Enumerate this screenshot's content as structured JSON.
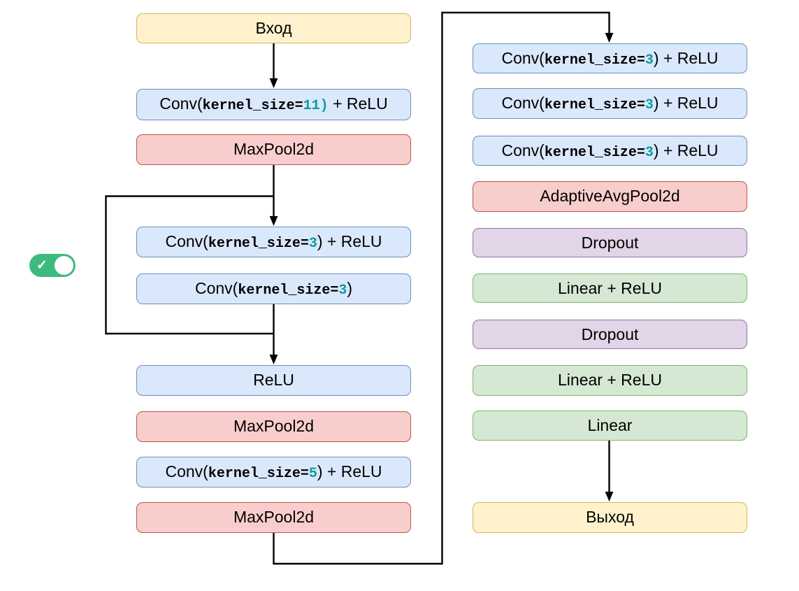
{
  "toggle": {
    "state": "on",
    "check_icon": "✓"
  },
  "colors": {
    "background": "#ffffff",
    "line": "#000000",
    "text": "#000000",
    "number_literal": "#0f9b9b",
    "toggle_on": "#3dbb7f",
    "toggle_knob": "#ffffff",
    "palette": {
      "yellow": {
        "fill": "#fff2cc",
        "stroke": "#d6b656"
      },
      "blue": {
        "fill": "#dae8fc",
        "stroke": "#6c8ebf"
      },
      "red": {
        "fill": "#f8cecc",
        "stroke": "#b85450"
      },
      "purple": {
        "fill": "#e1d5e7",
        "stroke": "#9673a6"
      },
      "green": {
        "fill": "#d5e8d4",
        "stroke": "#82b366"
      }
    }
  },
  "nodes": [
    {
      "style": "yellow",
      "parts": [
        {
          "text": "Вход",
          "style": "plain"
        }
      ]
    },
    {
      "style": "blue",
      "parts": [
        {
          "text": "Conv(",
          "style": "plain"
        },
        {
          "text": "kernel_size=",
          "style": "code"
        },
        {
          "text": "11)",
          "style": "num"
        },
        {
          "text": " + ReLU",
          "style": "plain"
        }
      ]
    },
    {
      "style": "red",
      "parts": [
        {
          "text": "MaxPool2d",
          "style": "plain"
        }
      ]
    },
    {
      "style": "blue",
      "parts": [
        {
          "text": "Conv(",
          "style": "plain"
        },
        {
          "text": "kernel_size=",
          "style": "code"
        },
        {
          "text": "3",
          "style": "num"
        },
        {
          "text": ") + ReLU",
          "style": "plain"
        }
      ]
    },
    {
      "style": "blue",
      "parts": [
        {
          "text": "Conv(",
          "style": "plain"
        },
        {
          "text": "kernel_size=",
          "style": "code"
        },
        {
          "text": "3",
          "style": "num"
        },
        {
          "text": ")",
          "style": "plain"
        }
      ]
    },
    {
      "style": "blue",
      "parts": [
        {
          "text": "ReLU",
          "style": "plain"
        }
      ]
    },
    {
      "style": "red",
      "parts": [
        {
          "text": "MaxPool2d",
          "style": "plain"
        }
      ]
    },
    {
      "style": "blue",
      "parts": [
        {
          "text": "Conv(",
          "style": "plain"
        },
        {
          "text": "kernel_size=",
          "style": "code"
        },
        {
          "text": "5",
          "style": "num"
        },
        {
          "text": ") + ReLU",
          "style": "plain"
        }
      ]
    },
    {
      "style": "red",
      "parts": [
        {
          "text": "MaxPool2d",
          "style": "plain"
        }
      ]
    },
    {
      "style": "blue",
      "parts": [
        {
          "text": "Conv(",
          "style": "plain"
        },
        {
          "text": "kernel_size=",
          "style": "code"
        },
        {
          "text": "3",
          "style": "num"
        },
        {
          "text": ") + ReLU",
          "style": "plain"
        }
      ]
    },
    {
      "style": "blue",
      "parts": [
        {
          "text": "Conv(",
          "style": "plain"
        },
        {
          "text": "kernel_size=",
          "style": "code"
        },
        {
          "text": "3",
          "style": "num"
        },
        {
          "text": ") + ReLU",
          "style": "plain"
        }
      ]
    },
    {
      "style": "blue",
      "parts": [
        {
          "text": "Conv(",
          "style": "plain"
        },
        {
          "text": "kernel_size=",
          "style": "code"
        },
        {
          "text": "3",
          "style": "num"
        },
        {
          "text": ") + ReLU",
          "style": "plain"
        }
      ]
    },
    {
      "style": "red",
      "parts": [
        {
          "text": "AdaptiveAvgPool2d",
          "style": "plain"
        }
      ]
    },
    {
      "style": "purple",
      "parts": [
        {
          "text": "Dropout",
          "style": "plain"
        }
      ]
    },
    {
      "style": "green",
      "parts": [
        {
          "text": "Linear + ReLU",
          "style": "plain"
        }
      ]
    },
    {
      "style": "purple",
      "parts": [
        {
          "text": "Dropout",
          "style": "plain"
        }
      ]
    },
    {
      "style": "green",
      "parts": [
        {
          "text": "Linear + ReLU",
          "style": "plain"
        }
      ]
    },
    {
      "style": "green",
      "parts": [
        {
          "text": "Linear",
          "style": "plain"
        }
      ]
    },
    {
      "style": "yellow",
      "parts": [
        {
          "text": "Выход",
          "style": "plain"
        }
      ]
    }
  ]
}
